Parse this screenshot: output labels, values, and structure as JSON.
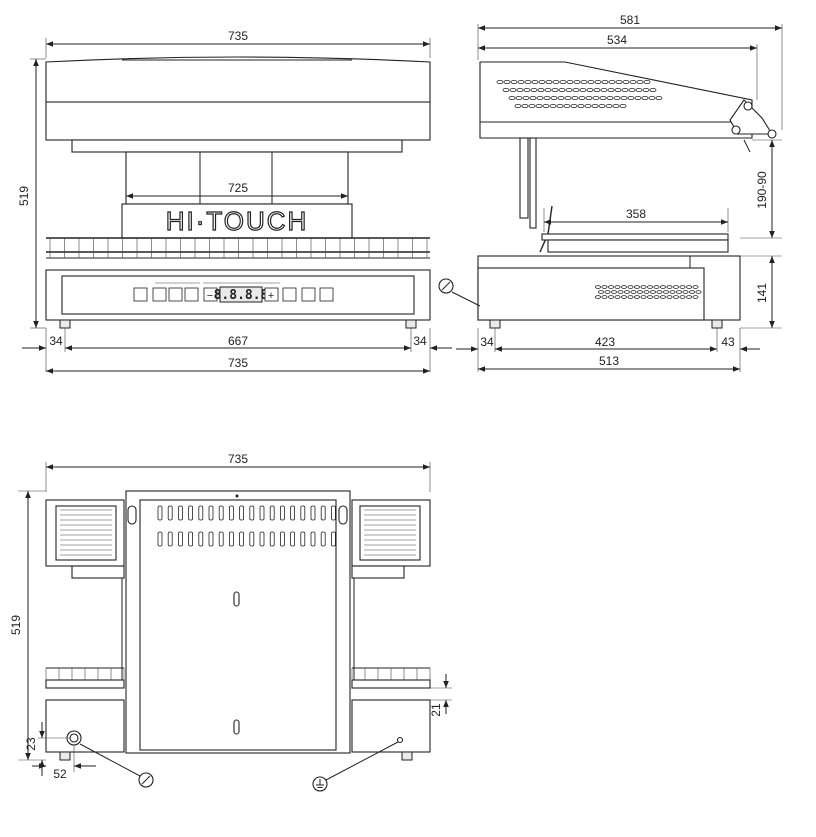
{
  "brand_text": "HI·TOUCH",
  "display_text": "8.8.8.8",
  "front_view": {
    "dim_top_width": "735",
    "dim_height": "519",
    "dim_plate_width": "725",
    "dim_left_offset": "34",
    "dim_inner_width": "667",
    "dim_right_offset": "34",
    "dim_bottom_width": "735"
  },
  "side_view": {
    "dim_overall_depth": "581",
    "dim_head_depth": "534",
    "dim_height_range": "190-90",
    "dim_plate_depth": "358",
    "dim_base_height": "141",
    "dim_foot_left": "34",
    "dim_base_depth": "423",
    "dim_foot_right": "43",
    "dim_total_depth": "513"
  },
  "rear_view": {
    "dim_width": "735",
    "dim_height": "519",
    "dim_connection_height": "23",
    "dim_connection_offset": "52",
    "dim_base_offset": "21"
  }
}
